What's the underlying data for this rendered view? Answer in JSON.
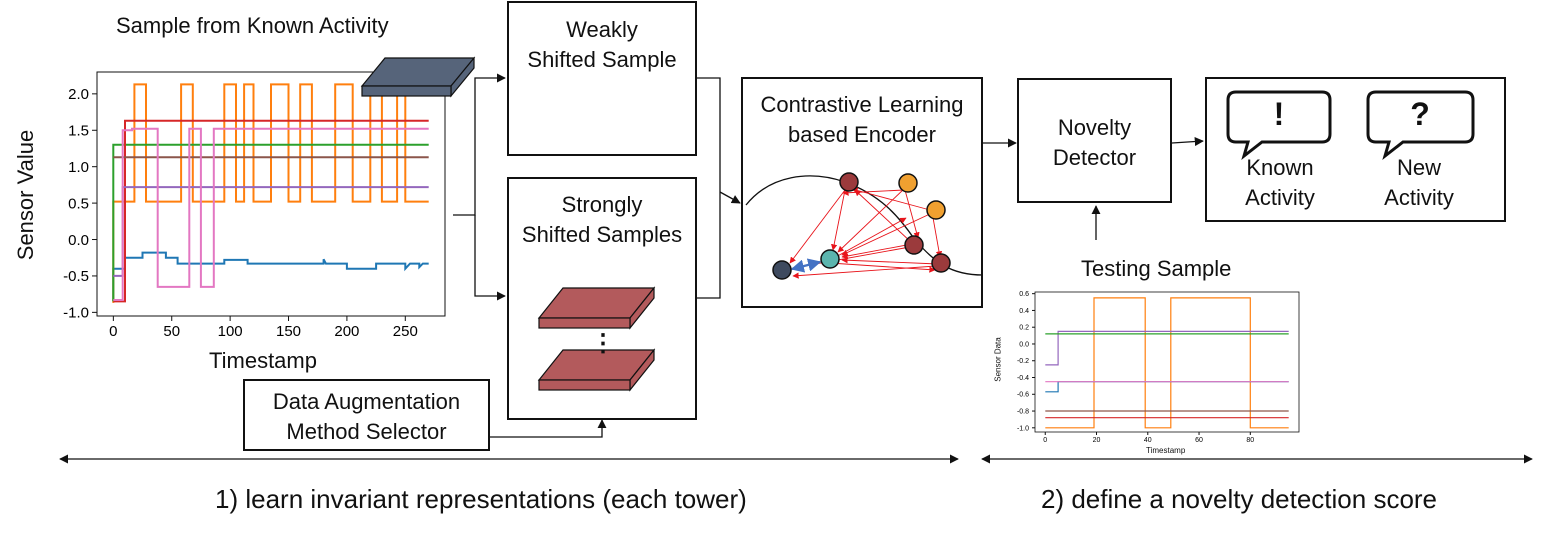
{
  "colors": {
    "teal": "#76bdb6",
    "maroon": "#b35a5c",
    "slate": "#56647a",
    "node_dark": "#3e4a5f",
    "node_maroon": "#9b3a3c",
    "node_orange": "#f0a030",
    "node_teal": "#5cb5ae",
    "arrow_red": "#e8141b",
    "arrow_blue": "#4472c4"
  },
  "left_chart_title": "Sample from Known Activity",
  "right_chart_title": "Testing Sample",
  "weak_box": {
    "line1": "Weakly",
    "line2": "Shifted Sample"
  },
  "strong_box": {
    "line1": "Strongly",
    "line2": "Shifted Samples",
    "dots": "⋮"
  },
  "augment_box": {
    "line1": "Data Augmentation",
    "line2": "Method Selector"
  },
  "encoder_box": {
    "line1": "Contrastive Learning",
    "line2": "based Encoder"
  },
  "detector_box": {
    "line1": "Novelty",
    "line2": "Detector"
  },
  "outputs": {
    "known": {
      "symbol": "!",
      "line1": "Known",
      "line2": "Activity"
    },
    "new": {
      "symbol": "?",
      "line1": "New",
      "line2": "Activity"
    }
  },
  "phases": {
    "phase1": "1) learn invariant representations (each tower)",
    "phase2": "2) define a novelty detection score"
  },
  "chart_data": [
    {
      "type": "line",
      "xlabel": "Timestamp",
      "ylabel": "Sensor Value",
      "xlim": [
        -14,
        284
      ],
      "ylim": [
        -1.05,
        2.3
      ],
      "xticks": [
        0,
        50,
        100,
        150,
        200,
        250
      ],
      "yticks": [
        -1.0,
        -0.5,
        0.0,
        0.5,
        1.0,
        1.5,
        2.0
      ],
      "series": [
        {
          "color": "#1f77b4",
          "points": [
            [
              0,
              -0.85
            ],
            [
              0,
              -0.4
            ],
            [
              10,
              -0.4
            ],
            [
              10,
              -0.25
            ],
            [
              25,
              -0.25
            ],
            [
              25,
              -0.18
            ],
            [
              45,
              -0.18
            ],
            [
              45,
              -0.25
            ],
            [
              55,
              -0.25
            ],
            [
              55,
              -0.33
            ],
            [
              95,
              -0.33
            ],
            [
              95,
              -0.28
            ],
            [
              115,
              -0.28
            ],
            [
              115,
              -0.33
            ],
            [
              180,
              -0.33
            ],
            [
              180,
              -0.27
            ],
            [
              182,
              -0.33
            ],
            [
              200,
              -0.33
            ],
            [
              200,
              -0.4
            ],
            [
              225,
              -0.4
            ],
            [
              225,
              -0.33
            ],
            [
              250,
              -0.33
            ],
            [
              250,
              -0.4
            ],
            [
              254,
              -0.33
            ],
            [
              262,
              -0.33
            ],
            [
              262,
              -0.38
            ],
            [
              265,
              -0.33
            ],
            [
              270,
              -0.33
            ]
          ]
        },
        {
          "color": "#ff7f0e",
          "points": [
            [
              0,
              -0.87
            ],
            [
              0,
              0.52
            ],
            [
              18,
              0.52
            ],
            [
              18,
              2.13
            ],
            [
              28,
              2.13
            ],
            [
              28,
              0.52
            ],
            [
              58,
              0.52
            ],
            [
              58,
              2.13
            ],
            [
              68,
              2.13
            ],
            [
              68,
              0.52
            ],
            [
              95,
              0.52
            ],
            [
              95,
              2.13
            ],
            [
              105,
              2.13
            ],
            [
              105,
              0.52
            ],
            [
              112,
              0.52
            ],
            [
              112,
              2.13
            ],
            [
              120,
              2.13
            ],
            [
              120,
              0.52
            ],
            [
              135,
              0.52
            ],
            [
              135,
              2.13
            ],
            [
              150,
              2.13
            ],
            [
              150,
              0.52
            ],
            [
              160,
              0.52
            ],
            [
              160,
              2.13
            ],
            [
              170,
              2.13
            ],
            [
              170,
              0.52
            ],
            [
              190,
              0.52
            ],
            [
              190,
              2.13
            ],
            [
              205,
              2.13
            ],
            [
              205,
              0.52
            ],
            [
              220,
              0.52
            ],
            [
              220,
              2.13
            ],
            [
              230,
              2.13
            ],
            [
              230,
              0.52
            ],
            [
              243,
              0.52
            ],
            [
              243,
              2.13
            ],
            [
              250,
              2.13
            ],
            [
              250,
              0.52
            ],
            [
              270,
              0.52
            ]
          ]
        },
        {
          "color": "#2ca02c",
          "points": [
            [
              0,
              -0.85
            ],
            [
              0,
              1.3
            ],
            [
              270,
              1.3
            ]
          ]
        },
        {
          "color": "#d62728",
          "points": [
            [
              0,
              -0.85
            ],
            [
              10,
              -0.85
            ],
            [
              10,
              1.63
            ],
            [
              270,
              1.63
            ]
          ]
        },
        {
          "color": "#9467bd",
          "points": [
            [
              0,
              -0.5
            ],
            [
              8,
              -0.5
            ],
            [
              8,
              0.72
            ],
            [
              270,
              0.72
            ]
          ]
        },
        {
          "color": "#8c564b",
          "points": [
            [
              0,
              1.13
            ],
            [
              270,
              1.13
            ]
          ]
        },
        {
          "color": "#e377c2",
          "points": [
            [
              0,
              -0.83
            ],
            [
              8,
              -0.83
            ],
            [
              8,
              1.5
            ],
            [
              16,
              1.5
            ],
            [
              16,
              1.52
            ],
            [
              38,
              1.52
            ],
            [
              38,
              -0.65
            ],
            [
              65,
              -0.65
            ],
            [
              65,
              1.52
            ],
            [
              75,
              1.52
            ],
            [
              75,
              -0.65
            ],
            [
              86,
              -0.65
            ],
            [
              86,
              1.52
            ],
            [
              270,
              1.52
            ]
          ]
        }
      ]
    },
    {
      "type": "line",
      "xlabel": "Timestamp",
      "ylabel": "Sensor Data",
      "xlim": [
        -4,
        99
      ],
      "ylim": [
        -1.05,
        0.62
      ],
      "xticks": [
        0,
        20,
        40,
        60,
        80
      ],
      "yticks": [
        -1.0,
        -0.8,
        -0.6,
        -0.4,
        -0.2,
        0.0,
        0.2,
        0.4,
        0.6
      ],
      "series": [
        {
          "color": "#ff7f0e",
          "points": [
            [
              0,
              -1.0
            ],
            [
              19,
              -1.0
            ],
            [
              19,
              0.55
            ],
            [
              39,
              0.55
            ],
            [
              39,
              -1.0
            ],
            [
              49,
              -1.0
            ],
            [
              49,
              0.55
            ],
            [
              80,
              0.55
            ],
            [
              80,
              -1.0
            ],
            [
              95,
              -1.0
            ]
          ]
        },
        {
          "color": "#1f77b4",
          "points": [
            [
              0,
              -0.57
            ],
            [
              5,
              -0.57
            ],
            [
              5,
              -0.45
            ],
            [
              95,
              -0.45
            ]
          ]
        },
        {
          "color": "#9467bd",
          "points": [
            [
              0,
              -0.25
            ],
            [
              5,
              -0.25
            ],
            [
              5,
              0.15
            ],
            [
              95,
              0.15
            ]
          ]
        },
        {
          "color": "#2ca02c",
          "points": [
            [
              0,
              0.12
            ],
            [
              95,
              0.12
            ]
          ]
        },
        {
          "color": "#e377c2",
          "points": [
            [
              0,
              -0.45
            ],
            [
              95,
              -0.45
            ]
          ]
        },
        {
          "color": "#8c564b",
          "points": [
            [
              0,
              -0.8
            ],
            [
              95,
              -0.8
            ]
          ]
        },
        {
          "color": "#d62728",
          "points": [
            [
              0,
              -0.88
            ],
            [
              95,
              -0.88
            ]
          ]
        }
      ]
    }
  ]
}
